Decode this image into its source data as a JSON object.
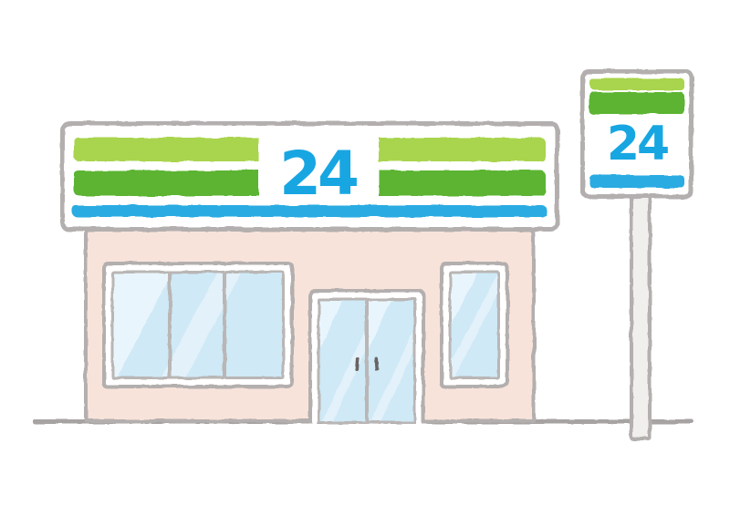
{
  "scene": {
    "label": "24-hour convenience store illustration",
    "storefront": {
      "sign_number": "24"
    },
    "pole_sign": {
      "sign_number": "24"
    },
    "palette": {
      "light_green": "#a9d44e",
      "green": "#5bb433",
      "stripe_blue": "#29abe2",
      "number_blue": "#17a6e2",
      "wall_pink": "#f8e3da",
      "glass_blue": "#cfe9f6",
      "outline_gray": "#b3afae"
    }
  }
}
